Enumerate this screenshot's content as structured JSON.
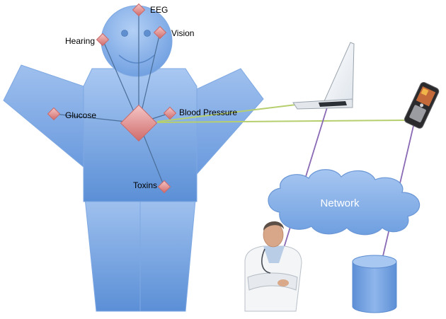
{
  "sensors": {
    "eeg": "EEG",
    "hearing": "Hearing",
    "vision": "Vision",
    "glucose": "Glucose",
    "blood_pressure": "Blood Pressure",
    "toxins": "Toxins"
  },
  "network": {
    "label": "Network"
  },
  "colors": {
    "body_light": "#a9c8f2",
    "body_dark": "#5b8fd6",
    "sensor_light": "#f2b8b8",
    "sensor_dark": "#d57575",
    "wireless_link": "#b6cf6e",
    "wired_link": "#8a69b5"
  },
  "icons": [
    "laptop-icon",
    "phone-icon",
    "doctor-figure",
    "database-icon"
  ]
}
